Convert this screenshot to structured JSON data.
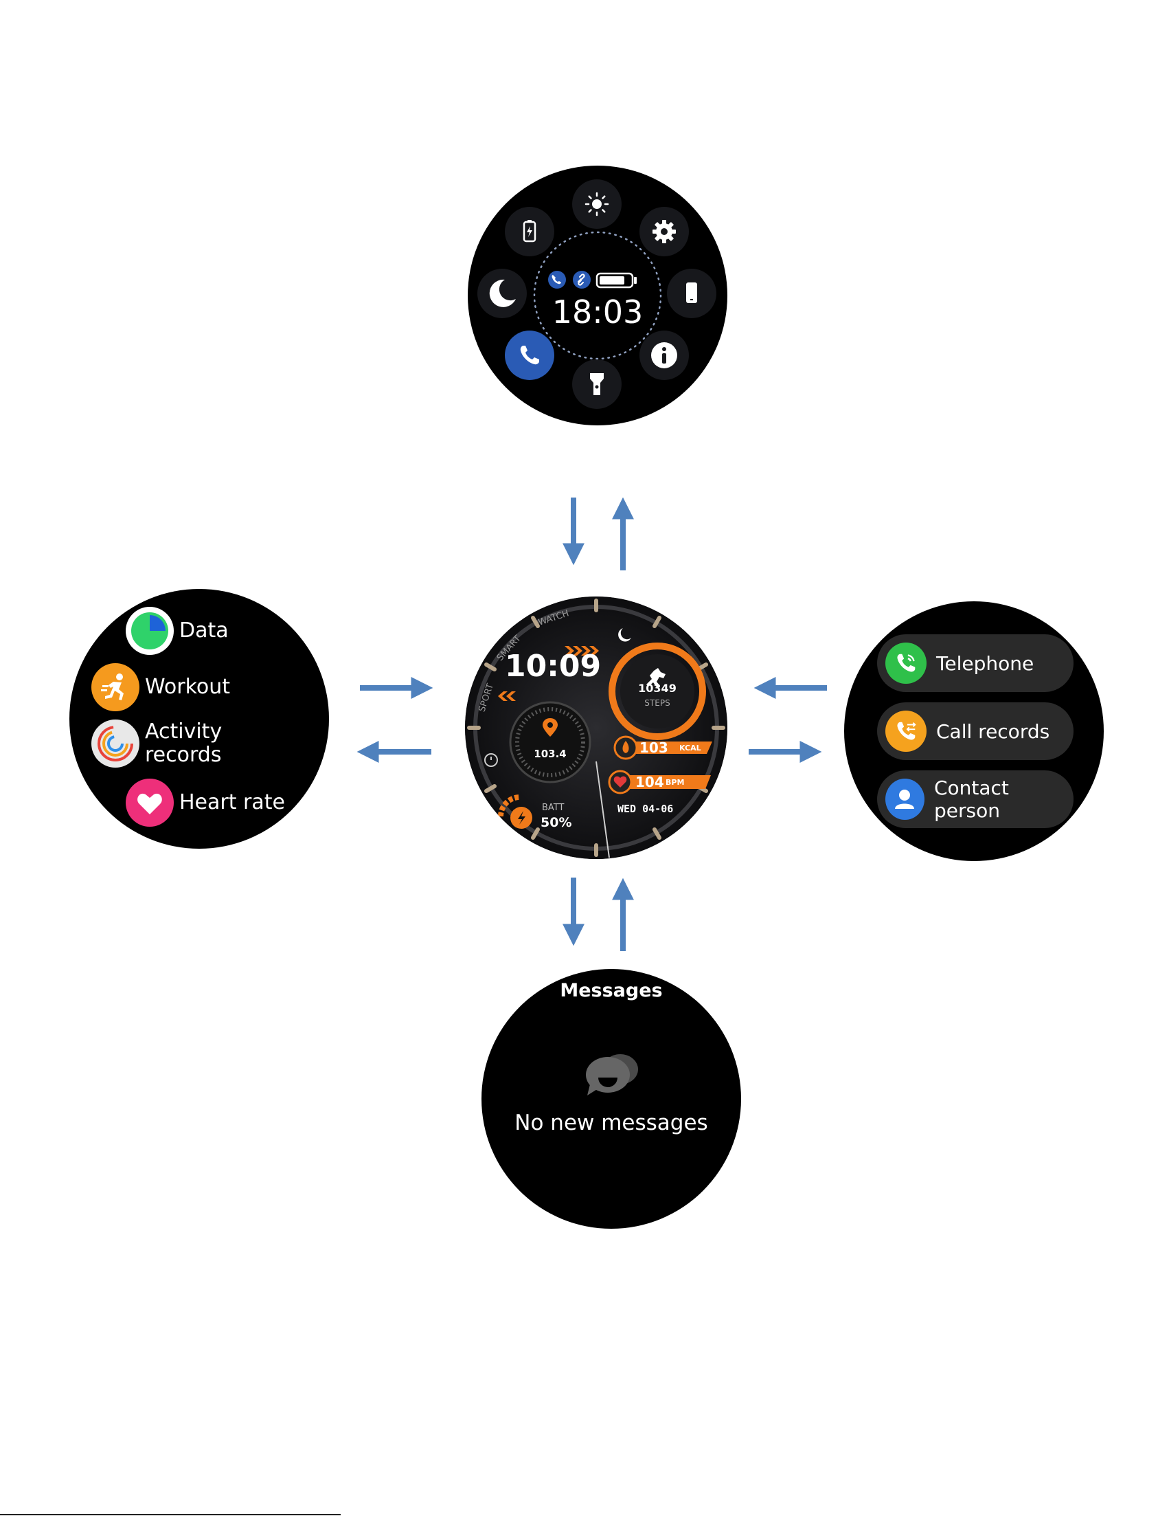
{
  "control_center": {
    "time": "18:03"
  },
  "watch_face": {
    "time": "10:09",
    "ring_words": [
      "SPORT",
      "SMART",
      "WATCH"
    ],
    "steps_value": "10349",
    "steps_label": "STEPS",
    "compass_value": "103.4",
    "kcal_value": "103",
    "kcal_unit": "KCAL",
    "bpm_value": "104",
    "bpm_unit": "BPM",
    "batt_label": "BATT",
    "batt_value": "50%",
    "date": "WED 04-06",
    "accent_color": "#f07a1a"
  },
  "left_menu": {
    "items": [
      {
        "label": "Data",
        "icon": "pie-chart-icon"
      },
      {
        "label": "Workout",
        "icon": "running-icon"
      },
      {
        "label": "Activity\nrecords",
        "icon": "activity-rings-icon"
      },
      {
        "label": "Heart rate",
        "icon": "heart-icon"
      }
    ]
  },
  "right_menu": {
    "items": [
      {
        "label": "Telephone",
        "icon": "phone-icon"
      },
      {
        "label": "Call records",
        "icon": "call-records-icon"
      },
      {
        "label": "Contact person",
        "icon": "contact-icon"
      }
    ]
  },
  "messages_screen": {
    "title": "Messages",
    "empty_text": "No new messages"
  },
  "arrow_color": "#4f81bd"
}
